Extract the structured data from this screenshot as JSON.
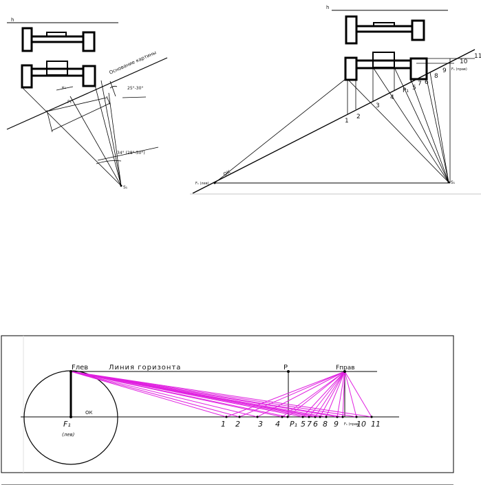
{
  "fig1": {
    "h_label": "h",
    "picture_base_label": "Основание картины",
    "angle1_label": "25°-30°",
    "angle2_label": "34° (28°-50°)",
    "p_label": "P₁",
    "s_label": "S₁",
    "k_label": "к₁"
  },
  "fig2": {
    "h_label": "h",
    "ok_label": "ОК",
    "f_left_label": "F₁ (лев)",
    "f_right_label": "F₁ (прав)",
    "p_label": "P₁",
    "s_label": "S₁",
    "points": [
      "1",
      "2",
      "3",
      "4",
      "5",
      "7",
      "6",
      "8",
      "9",
      "10",
      "11"
    ]
  },
  "fig3": {
    "f_left_label": "Fлев",
    "horizon_label": "Линия горизонта",
    "p_label": "P",
    "f_right_label": "Fправ",
    "ok_label": "ОК",
    "f1_label": "F₁",
    "f1_sub_label": "(лев)",
    "p1_label": "P₁",
    "f1_right_label": "F₁ (прав)",
    "points": [
      "1",
      "2",
      "3",
      "4",
      "5",
      "7",
      "6",
      "8",
      "9",
      "10",
      "11"
    ],
    "line_color": "#e020e0"
  }
}
